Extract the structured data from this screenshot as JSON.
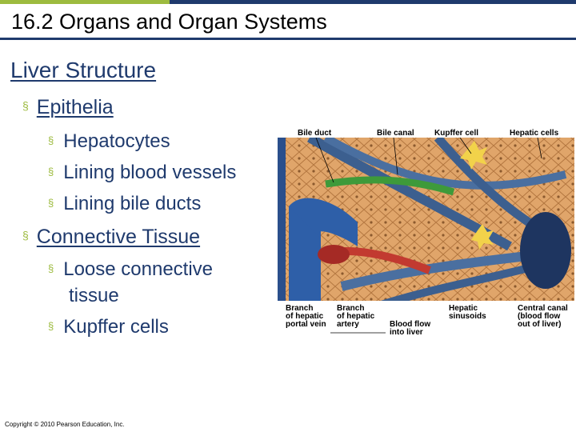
{
  "slide": {
    "title": "16.2 Organs and Organ Systems",
    "subtitle": "Liver Structure",
    "bullets": {
      "epithelia": "Epithelia",
      "hepatocytes": "Hepatocytes",
      "lining_vessels": "Lining blood vessels",
      "lining_ducts": "Lining bile ducts",
      "connective": "Connective Tissue",
      "loose_line1": "Loose connective",
      "loose_line2": "tissue",
      "kupffer": "Kupffer cells"
    },
    "bullet_symbol": "§",
    "copyright": "Copyright © 2010 Pearson Education, Inc.",
    "colors": {
      "accent_green": "#9dbb3f",
      "navy": "#1f3a6d"
    }
  },
  "figure": {
    "labels": {
      "bile_duct": "Bile duct",
      "bile_canal": "Bile canal",
      "kupffer_cell": "Kupffer cell",
      "hepatic_cells": "Hepatic cells",
      "portal_vein_1": "Branch",
      "portal_vein_2": "of hepatic",
      "portal_vein_3": "portal vein",
      "artery_1": "Branch",
      "artery_2": "of hepatic",
      "artery_3": "artery",
      "sinusoids_1": "Hepatic",
      "sinusoids_2": "sinusoids",
      "flow_in_1": "Blood flow",
      "flow_in_2": "into liver",
      "central_1": "Central canal",
      "central_2": "(blood flow",
      "central_3": "out of liver)"
    }
  }
}
